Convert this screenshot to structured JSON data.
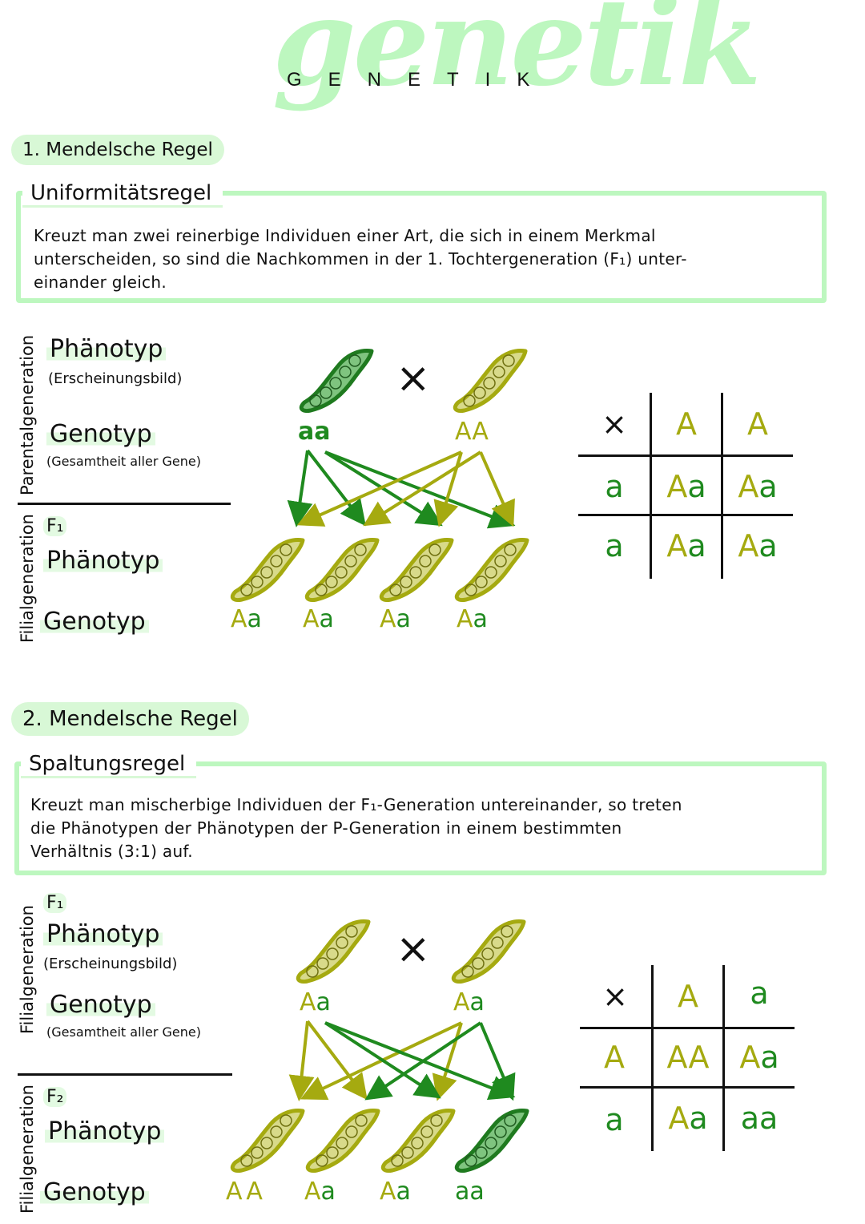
{
  "header": {
    "title_script": "genetik",
    "title_caps": "GENETIK"
  },
  "colors": {
    "accent_light_green": "#bdf7bf",
    "dominant_yellow_green": "#a5aa10",
    "recessive_green": "#1f8a1f",
    "pod_yellow_fill": "#d8da8a",
    "pod_green_fill": "#7fc47f"
  },
  "rule1": {
    "heading": "1. Mendelsche Regel",
    "box_title": "Uniformitätsregel",
    "text_lines": [
      "Kreuzt man zwei reinerbige Individuen einer Art, die sich in einem Merkmal",
      "unterscheiden, so sind die Nachkommen in der 1. Tochtergeneration (F₁) unter-",
      "einander gleich."
    ],
    "side_label_top": "Parentalgeneration",
    "side_label_bottom": "Filialgeneration",
    "labels": {
      "phaenotyp": "Phänotyp",
      "phaenotyp_sub": "(Erscheinungsbild)",
      "genotyp": "Genotyp",
      "genotyp_sub": "(Gesamtheit aller Gene)",
      "generation": "F₁",
      "phaenotyp_f": "Phänotyp",
      "genotyp_f": "Genotyp"
    },
    "cross_symbol": "×",
    "parents": [
      {
        "genotype": "aa",
        "alleles": [
          {
            "l": "a",
            "t": "rec"
          },
          {
            "l": "a",
            "t": "rec"
          }
        ],
        "pod": "green"
      },
      {
        "genotype": "AA",
        "alleles": [
          {
            "l": "A",
            "t": "dom"
          },
          {
            "l": "A",
            "t": "dom"
          }
        ],
        "pod": "yellow"
      }
    ],
    "offspring": [
      {
        "genotype": "Aa",
        "pod": "yellow"
      },
      {
        "genotype": "Aa",
        "pod": "yellow"
      },
      {
        "genotype": "Aa",
        "pod": "yellow"
      },
      {
        "genotype": "Aa",
        "pod": "yellow"
      }
    ],
    "punnett": {
      "corner": "×",
      "col_headers": [
        "A",
        "A"
      ],
      "row_headers": [
        "a",
        "a"
      ],
      "cells": [
        [
          "Aa",
          "Aa"
        ],
        [
          "Aa",
          "Aa"
        ]
      ]
    }
  },
  "rule2": {
    "heading": "2. Mendelsche Regel",
    "box_title": "Spaltungsregel",
    "text_lines": [
      "Kreuzt man mischerbige Individuen der F₁-Generation untereinander, so treten",
      "die Phänotypen der Phänotypen der P-Generation in einem bestimmten",
      "Verhältnis (3:1) auf."
    ],
    "side_label_top": "Filialgeneration",
    "side_label_bottom": "Filialgeneration",
    "labels": {
      "generation_top": "F₁",
      "phaenotyp": "Phänotyp",
      "phaenotyp_sub": "(Erscheinungsbild)",
      "genotyp": "Genotyp",
      "genotyp_sub": "(Gesamtheit aller Gene)",
      "generation": "F₂",
      "phaenotyp_f": "Phänotyp",
      "genotyp_f": "Genotyp"
    },
    "cross_symbol": "×",
    "parents": [
      {
        "genotype": "Aa",
        "pod": "yellow"
      },
      {
        "genotype": "Aa",
        "pod": "yellow"
      }
    ],
    "offspring": [
      {
        "genotype": "AA",
        "pod": "yellow"
      },
      {
        "genotype": "Aa",
        "pod": "yellow"
      },
      {
        "genotype": "Aa",
        "pod": "yellow"
      },
      {
        "genotype": "aa",
        "pod": "green"
      }
    ],
    "ratio": "3:1",
    "punnett": {
      "corner": "×",
      "col_headers": [
        "A",
        "a"
      ],
      "row_headers": [
        "A",
        "a"
      ],
      "cells": [
        [
          "AA",
          "Aa"
        ],
        [
          "Aa",
          "aa"
        ]
      ]
    }
  }
}
